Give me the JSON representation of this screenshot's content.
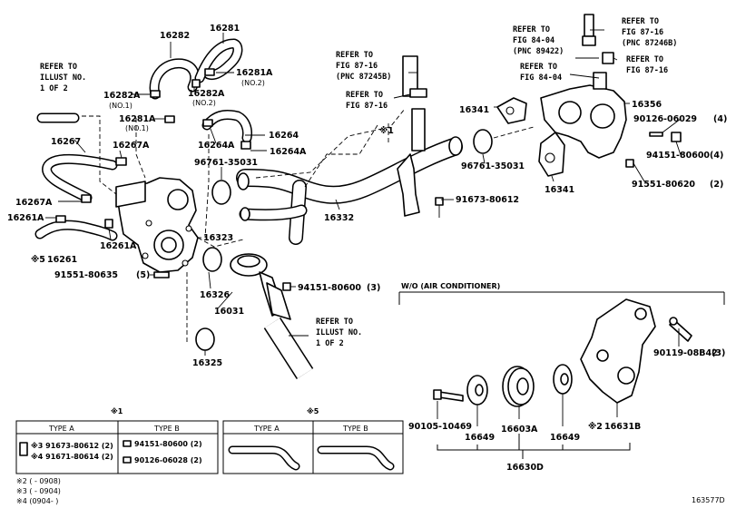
{
  "figure_code": "163577D",
  "refs": {
    "illust_top": [
      "REFER TO",
      "ILLUST NO.",
      "1 OF 2"
    ],
    "illust_bottom": [
      "REFER TO",
      "ILLUST NO.",
      "1 OF 2"
    ],
    "fig_87_16_a": [
      "REFER TO",
      "FIG 87-16",
      "(PNC 87245B)"
    ],
    "fig_87_16_b": [
      "REFER TO",
      "FIG 87-16"
    ],
    "fig_84_04_a": [
      "REFER TO",
      "FIG 84-04",
      "(PNC 89422)"
    ],
    "fig_87_16_c": [
      "REFER TO",
      "FIG 87-16",
      "(PNC 87246B)"
    ],
    "fig_84_04_b": [
      "REFER TO",
      "FIG 84-04"
    ],
    "fig_87_16_d": [
      "REFER TO",
      "FIG 87-16"
    ]
  },
  "parts": {
    "p16282": "16282",
    "p16281": "16281",
    "p16281A_top": "16281A",
    "p16281A_top_sub": "(NO.2)",
    "p16282A_left": "16282A",
    "p16282A_left_sub": "(NO.1)",
    "p16282A_mid": "16282A",
    "p16282A_mid_sub": "(NO.2)",
    "p16281A_mid": "16281A",
    "p16281A_mid_sub": "(NO.1)",
    "p16267": "16267",
    "p16267A_top": "16267A",
    "p16264": "16264",
    "p16264A_a": "16264A",
    "p16264A_b": "16264A",
    "p96761_35031_a": "96761-35031",
    "p96761_35031_b": "96761-35031",
    "p16267A_low": "16267A",
    "p16261A_left": "16261A",
    "p16261A_mid": "16261A",
    "p16323": "16323",
    "p16261": "16261",
    "p16261_mark": "※5",
    "p91551_80635": "91551-80635",
    "p91551_80635_q": "(5)",
    "p16332": "16332",
    "p91673_80612": "91673-80612",
    "mark1_top": "※1",
    "p16341_a": "16341",
    "p16341_b": "16341",
    "p16356": "16356",
    "p90126_06029": "90126-06029",
    "p90126_06029_q": "(4)",
    "p94151_80600_r": "94151-80600",
    "p94151_80600_r_q": "(4)",
    "p91551_80620": "91551-80620",
    "p91551_80620_q": "(2)",
    "p94151_80600_c": "94151-80600",
    "p94151_80600_c_q": "(3)",
    "p16326": "16326",
    "p16031": "16031",
    "p16325": "16325",
    "wo_ac": "W/O (AIR CONDITIONER)",
    "p90119_08B42": "90119-08B42",
    "p90119_08B42_q": "(3)",
    "p90105_10469": "90105-10469",
    "p16649_a": "16649",
    "p16603A": "16603A",
    "p16649_b": "16649",
    "p16631B": "16631B",
    "p16631B_mark": "※2",
    "p16630D": "16630D"
  },
  "legend": {
    "mark1": "※1",
    "mark5": "※5",
    "type_a": "TYPE A",
    "type_b": "TYPE B",
    "type_a2": "TYPE A",
    "type_b2": "TYPE B",
    "a_row1": "※3 91673-80612 (2)",
    "a_row2": "※4 91671-80614 (2)",
    "b_row1": "94151-80600 (2)",
    "b_row2": "90126-06028 (2)",
    "note2": "※2 (      - 0908)",
    "note3": "※3 (      - 0904)",
    "note4": "※4 (0904-      )"
  }
}
